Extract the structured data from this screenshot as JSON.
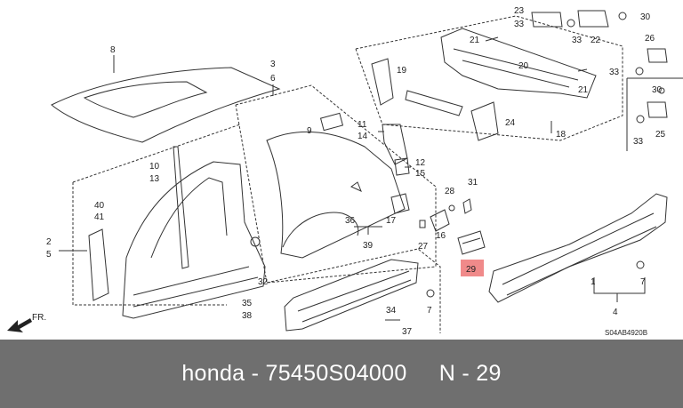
{
  "diagram": {
    "labels": {
      "n1": "1",
      "n2": "2",
      "n3": "3",
      "n4": "4",
      "n5": "5",
      "n6": "6",
      "n7a": "7",
      "n7b": "7",
      "n8": "8",
      "n9": "9",
      "n10": "10",
      "n11": "11",
      "n12": "12",
      "n13": "13",
      "n14": "14",
      "n15": "15",
      "n16": "16",
      "n17": "17",
      "n18": "18",
      "n19": "19",
      "n20": "20",
      "n21a": "21",
      "n21b": "21",
      "n22": "22",
      "n23": "23",
      "n24": "24",
      "n25": "25",
      "n26": "26",
      "n27": "27",
      "n28": "28",
      "n29": "29",
      "n30a": "30",
      "n30b": "30",
      "n31": "31",
      "n32": "32",
      "n33a": "33",
      "n33b": "33",
      "n33c": "33",
      "n33d": "33",
      "n34": "34",
      "n35": "35",
      "n36": "36",
      "n37": "37",
      "n38": "38",
      "n39": "39",
      "n40": "40",
      "n41": "41"
    },
    "direction": "FR.",
    "code": "S04AB4920B"
  },
  "footer": {
    "brand": "honda",
    "separator": "-",
    "part_number": "75450S04000",
    "ref": "N - 29"
  },
  "colors": {
    "highlight": "#f08a8a",
    "footer_bg": "#6f6f6f"
  }
}
